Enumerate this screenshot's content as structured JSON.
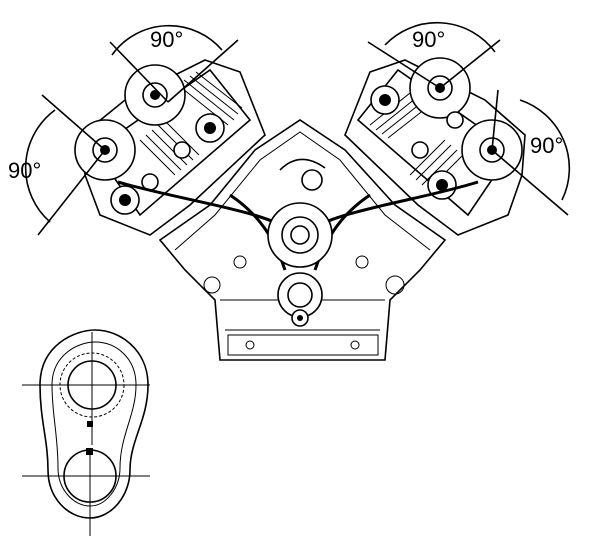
{
  "angle_labels": [
    {
      "id": "left-upper",
      "text": "90°"
    },
    {
      "id": "left-lower",
      "text": "90°"
    },
    {
      "id": "right-upper",
      "text": "90°"
    },
    {
      "id": "right-lower",
      "text": "90°"
    }
  ],
  "colors": {
    "ink": "#000000",
    "paper": "#ffffff"
  }
}
